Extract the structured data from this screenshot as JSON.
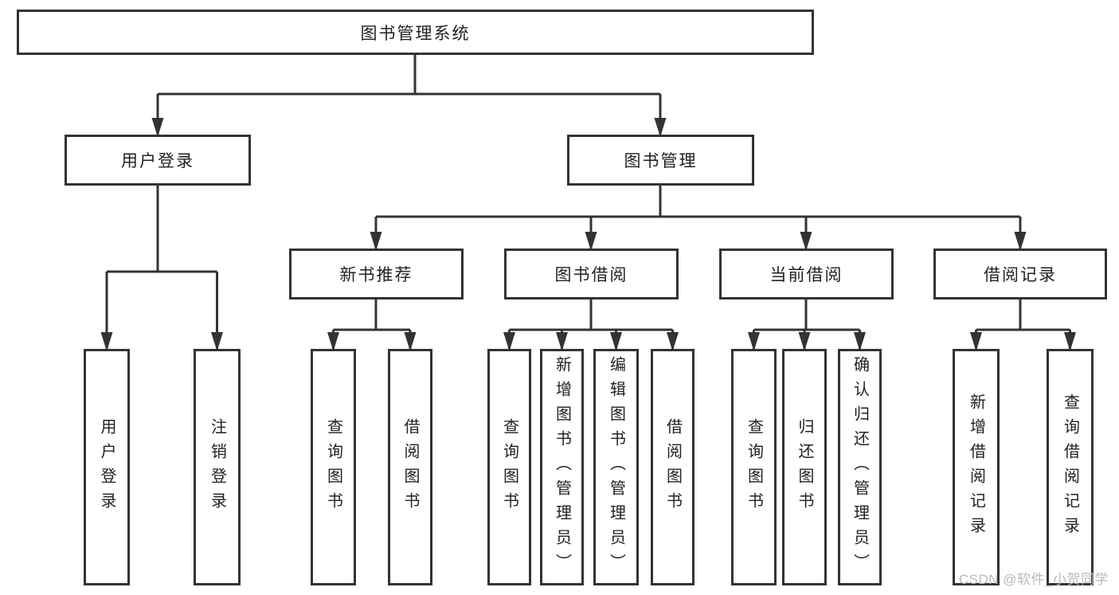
{
  "tree": {
    "label": "图书管理系统",
    "children": [
      {
        "label": "用户登录",
        "children": [
          {
            "label": "用户登录"
          },
          {
            "label": "注销登录"
          }
        ]
      },
      {
        "label": "图书管理",
        "children": [
          {
            "label": "新书推荐",
            "children": [
              {
                "label": "查询图书"
              },
              {
                "label": "借阅图书"
              }
            ]
          },
          {
            "label": "图书借阅",
            "children": [
              {
                "label": "查询图书"
              },
              {
                "label": "新增图书（管理员）"
              },
              {
                "label": "编辑图书（管理员）"
              },
              {
                "label": "借阅图书"
              }
            ]
          },
          {
            "label": "当前借阅",
            "children": [
              {
                "label": "查询图书"
              },
              {
                "label": "归还图书"
              },
              {
                "label": "确认归还（管理员）"
              }
            ]
          },
          {
            "label": "借阅记录",
            "children": [
              {
                "label": "新增借阅记录"
              },
              {
                "label": "查询借阅记录"
              }
            ]
          }
        ]
      }
    ]
  },
  "watermark": "CSDN @软件_小贺同学",
  "colors": {
    "line": "#333333",
    "text": "#222222",
    "watermark": "#b9b9b9",
    "background": "#ffffff"
  }
}
